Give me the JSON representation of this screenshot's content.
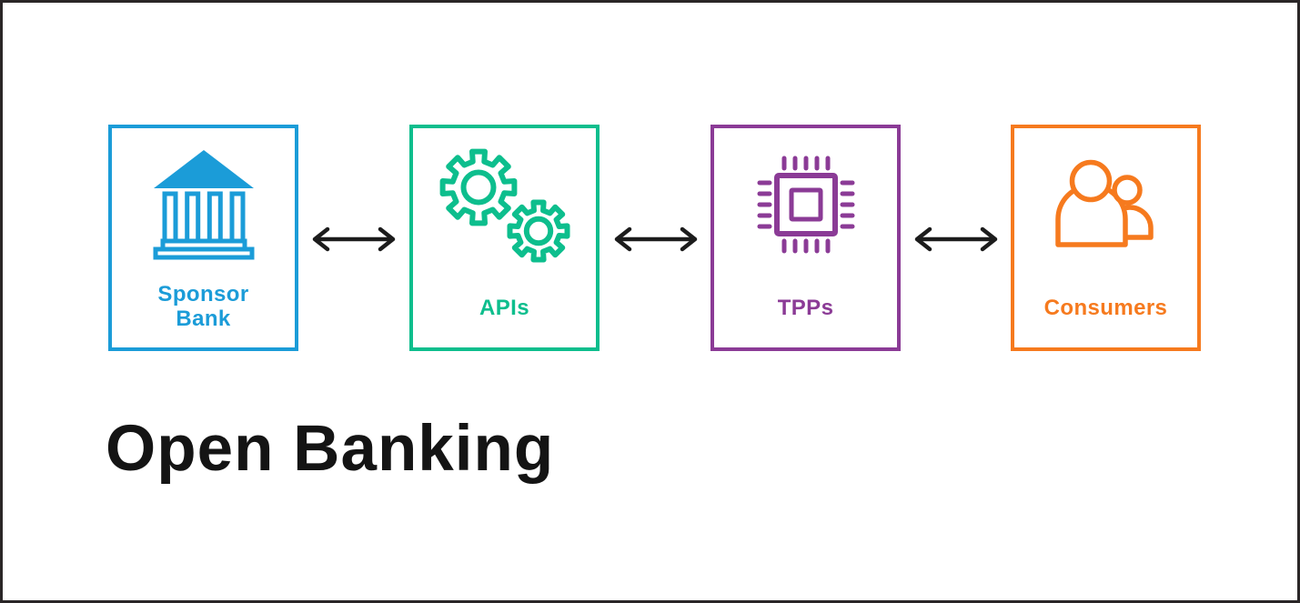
{
  "page": {
    "frame_color": "#2A2627",
    "background": "#ffffff"
  },
  "title": {
    "text": "Open Banking",
    "color": "#141414"
  },
  "diagram": {
    "nodes": [
      {
        "id": "sponsor-bank",
        "label": "Sponsor Bank",
        "label_lines": [
          "Sponsor",
          "Bank"
        ],
        "icon": "bank-icon",
        "color": "#1B9CD8"
      },
      {
        "id": "apis",
        "label": "APIs",
        "icon": "gears-icon",
        "color": "#0DBE8D"
      },
      {
        "id": "tpps",
        "label": "TPPs",
        "icon": "chip-icon",
        "color": "#8B3B96"
      },
      {
        "id": "consumers",
        "label": "Consumers",
        "icon": "people-icon",
        "color": "#F67A1E"
      }
    ],
    "connector": {
      "type": "double-arrow",
      "color": "#1C1C1C",
      "count": 3
    }
  }
}
